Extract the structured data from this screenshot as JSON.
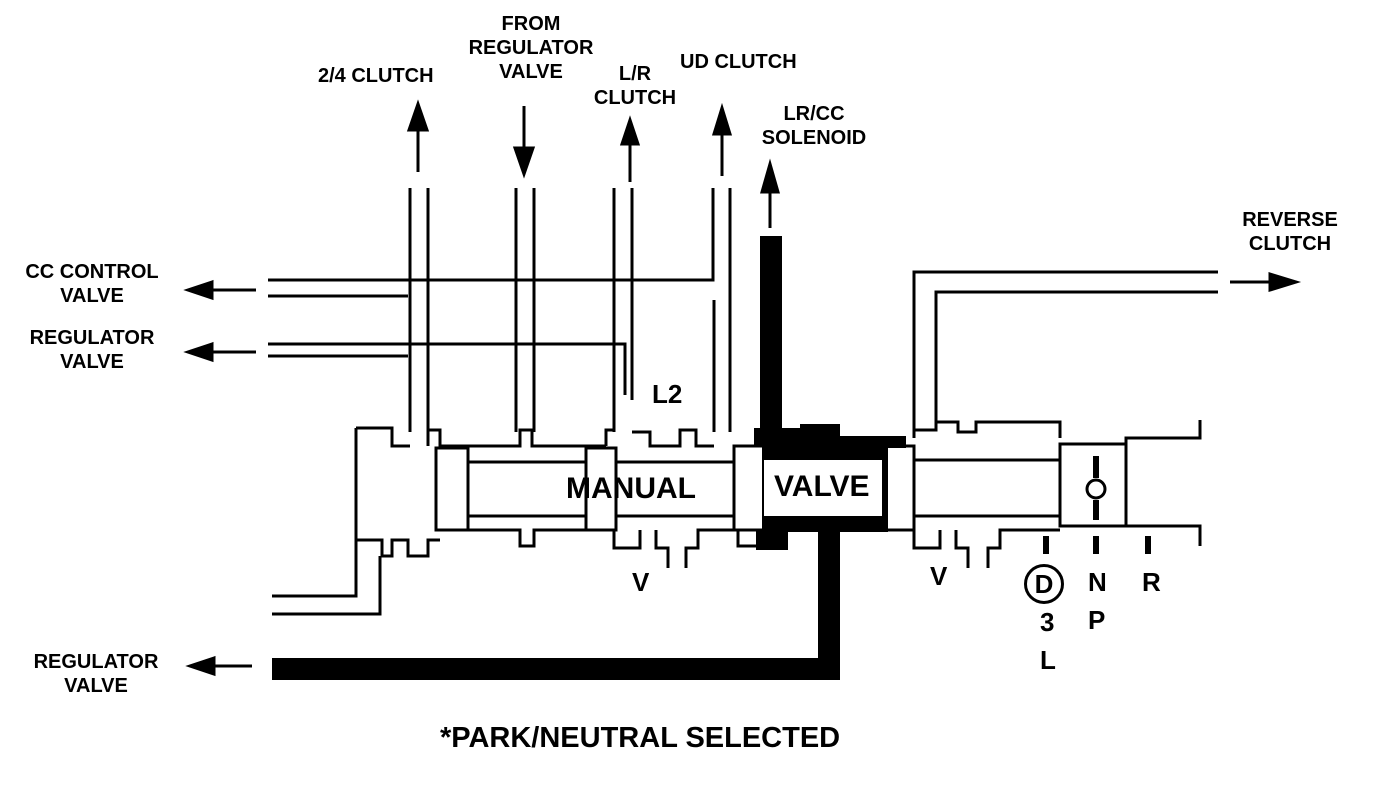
{
  "labels": {
    "clutch_24": "2/4 CLUTCH",
    "from_regulator_1": "FROM",
    "from_regulator_2": "REGULATOR",
    "from_regulator_3": "VALVE",
    "lr_clutch_1": "L/R",
    "lr_clutch_2": "CLUTCH",
    "ud_clutch": "UD CLUTCH",
    "lrcc_1": "LR/CC",
    "lrcc_2": "SOLENOID",
    "reverse_1": "REVERSE",
    "reverse_2": "CLUTCH",
    "cc_control_1": "CC CONTROL",
    "cc_control_2": "VALVE",
    "regulator_mid_1": "REGULATOR",
    "regulator_mid_2": "VALVE",
    "regulator_low_1": "REGULATOR",
    "regulator_low_2": "VALVE",
    "l2": "L2",
    "manual": "MANUAL",
    "valve": "VALVE",
    "vent_1": "V",
    "vent_2": "V"
  },
  "gears": {
    "d": "D",
    "three": "3",
    "l": "L",
    "n": "N",
    "p": "P",
    "r": "R"
  },
  "caption": "*PARK/NEUTRAL SELECTED",
  "colors": {
    "ink": "#000000",
    "paper": "#ffffff"
  }
}
